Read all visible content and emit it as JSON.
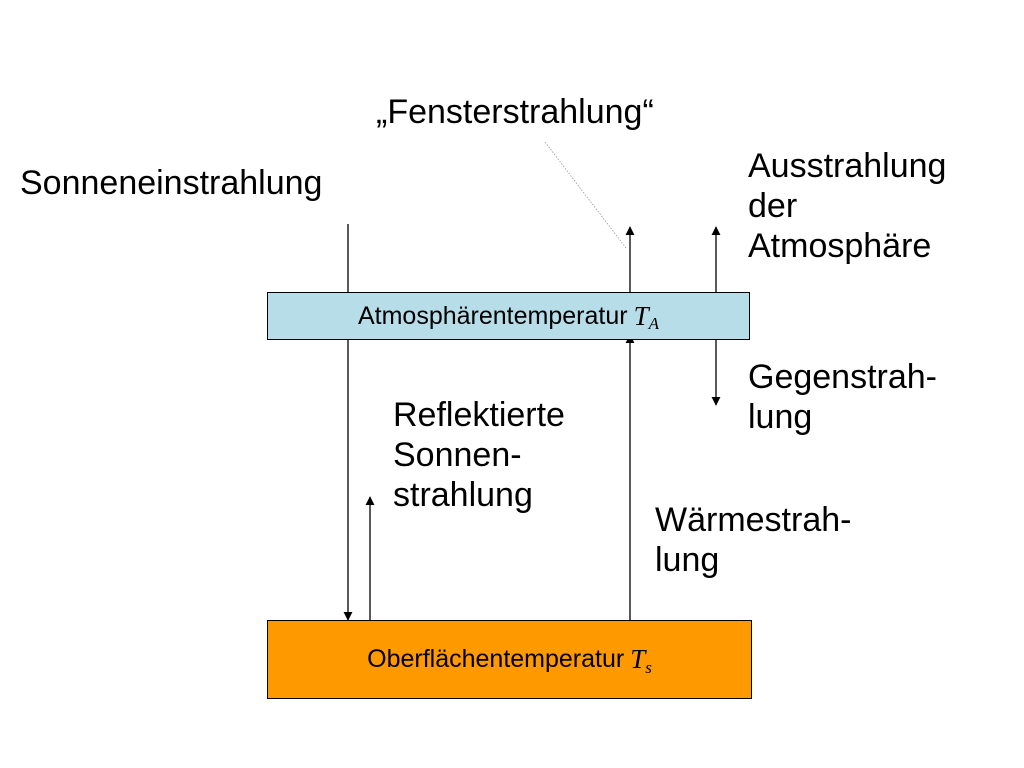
{
  "labels": {
    "fenster": "„Fensterstrahlung“",
    "sonne": "Sonneneinstrahlung",
    "ausstrahlung": [
      "Ausstrahlung",
      "der",
      "Atmosphäre"
    ],
    "gegenstrahlung": [
      "Gegenstrah-",
      "lung"
    ],
    "reflektiert": [
      "Reflektierte",
      "Sonnen-",
      "strahlung"
    ],
    "waerme": [
      "Wärmestrah-",
      "lung"
    ]
  },
  "boxes": {
    "atmosphere": {
      "text": "Atmosphärentemperatur",
      "symbol": "T",
      "subscript": "A",
      "color": "#b7dde8"
    },
    "surface": {
      "text": "Oberflächentemperatur",
      "symbol": "T",
      "subscript": "s",
      "color": "#ff9900"
    }
  }
}
